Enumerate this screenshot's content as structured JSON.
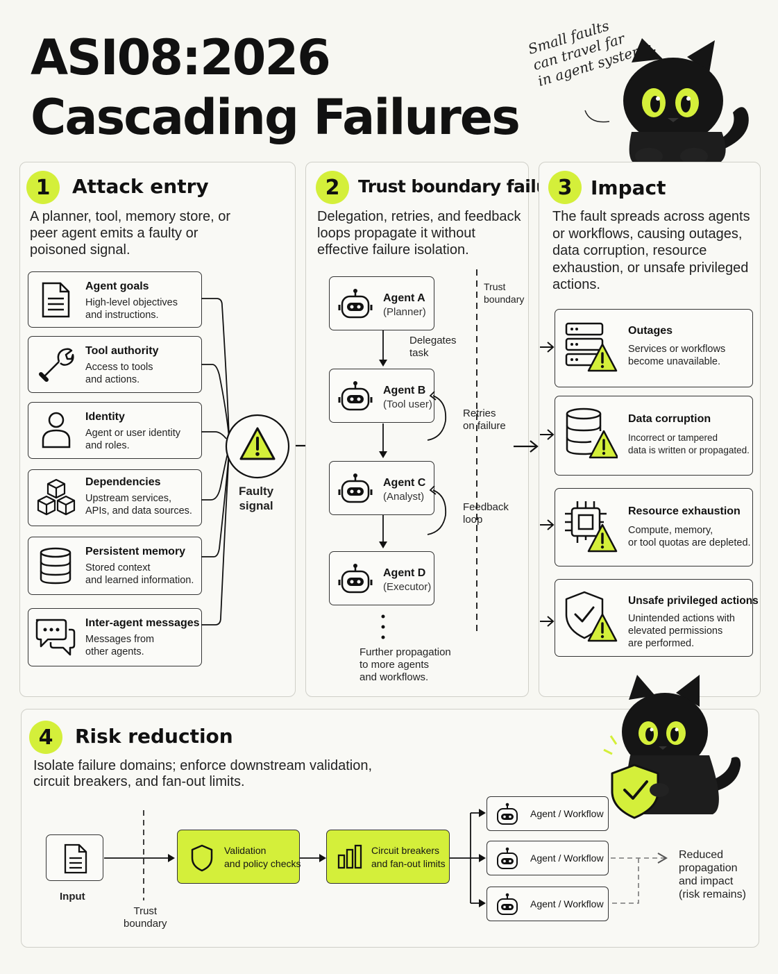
{
  "header": {
    "line1": "ASI08:2026",
    "line2": "Cascading Failures",
    "quote": [
      "Small faults",
      "can travel far",
      "in agent systems."
    ]
  },
  "colors": {
    "accent": "#d4ef3a",
    "ink": "#141414",
    "panel_border": "#cfcfc8",
    "background": "#f7f7f2"
  },
  "section1": {
    "number": "1",
    "title": "Attack entry",
    "desc": [
      "A planner, tool, memory store, or",
      "peer agent emits a faulty or",
      "poisoned signal."
    ],
    "sources": [
      {
        "icon": "document-icon",
        "title": "Agent goals",
        "desc": [
          "High-level objectives",
          "and instructions."
        ]
      },
      {
        "icon": "wrench-icon",
        "title": "Tool authority",
        "desc": [
          "Access to tools",
          "and actions."
        ]
      },
      {
        "icon": "person-icon",
        "title": "Identity",
        "desc": [
          "Agent or user identity",
          "and roles."
        ]
      },
      {
        "icon": "cubes-icon",
        "title": "Dependencies",
        "desc": [
          "Upstream services,",
          "APIs, and data sources."
        ]
      },
      {
        "icon": "database-icon",
        "title": "Persistent memory",
        "desc": [
          "Stored context",
          "and learned information."
        ]
      },
      {
        "icon": "chat-icon",
        "title": "Inter-agent messages",
        "desc": [
          "Messages from",
          "other agents."
        ]
      }
    ],
    "signal": [
      "Faulty",
      "signal"
    ]
  },
  "section2": {
    "number": "2",
    "title": "Trust boundary failure",
    "desc": [
      "Delegation, retries, and feedback",
      "loops propagate it without",
      "effective failure isolation."
    ],
    "boundary_label": [
      "Trust",
      "boundary"
    ],
    "agents": [
      {
        "name": "Agent A",
        "role": "(Planner)"
      },
      {
        "name": "Agent B",
        "role": "(Tool user)"
      },
      {
        "name": "Agent C",
        "role": "(Analyst)"
      },
      {
        "name": "Agent D",
        "role": "(Executor)"
      }
    ],
    "delegates_label": [
      "Delegates",
      "task"
    ],
    "retries_label": [
      "Retries",
      "on failure"
    ],
    "feedback_label": [
      "Feedback",
      "loop"
    ],
    "further_label": [
      "Further propagation",
      "to more agents",
      "and workflows."
    ]
  },
  "section3": {
    "number": "3",
    "title": "Impact",
    "desc": [
      "The fault spreads across agents",
      "or workflows, causing outages,",
      "data corruption, resource",
      "exhaustion, or unsafe privileged",
      "actions."
    ],
    "impacts": [
      {
        "icon": "server-warning-icon",
        "title": "Outages",
        "desc": [
          "Services or workflows",
          "become unavailable."
        ]
      },
      {
        "icon": "database-warning-icon",
        "title": "Data corruption",
        "desc": [
          "Incorrect or tampered",
          "data is written or propagated."
        ]
      },
      {
        "icon": "chip-warning-icon",
        "title": "Resource exhaustion",
        "desc": [
          "Compute, memory,",
          "or tool quotas are depleted."
        ]
      },
      {
        "icon": "shield-warning-icon",
        "title": "Unsafe privileged actions",
        "desc": [
          "Unintended actions with",
          "elevated permissions",
          "are performed."
        ]
      }
    ]
  },
  "section4": {
    "number": "4",
    "title": "Risk reduction",
    "desc": [
      "Isolate failure domains; enforce downstream validation,",
      "circuit breakers, and fan-out limits."
    ],
    "input_label": "Input",
    "boundary_label": [
      "Trust",
      "boundary"
    ],
    "validation": [
      "Validation",
      "and policy checks"
    ],
    "breakers": [
      "Circuit breakers",
      "and fan-out limits"
    ],
    "workflows": [
      "Agent / Workflow",
      "Agent / Workflow",
      "Agent / Workflow"
    ],
    "result": [
      "Reduced",
      "propagation",
      "and impact",
      "(risk remains)"
    ]
  }
}
